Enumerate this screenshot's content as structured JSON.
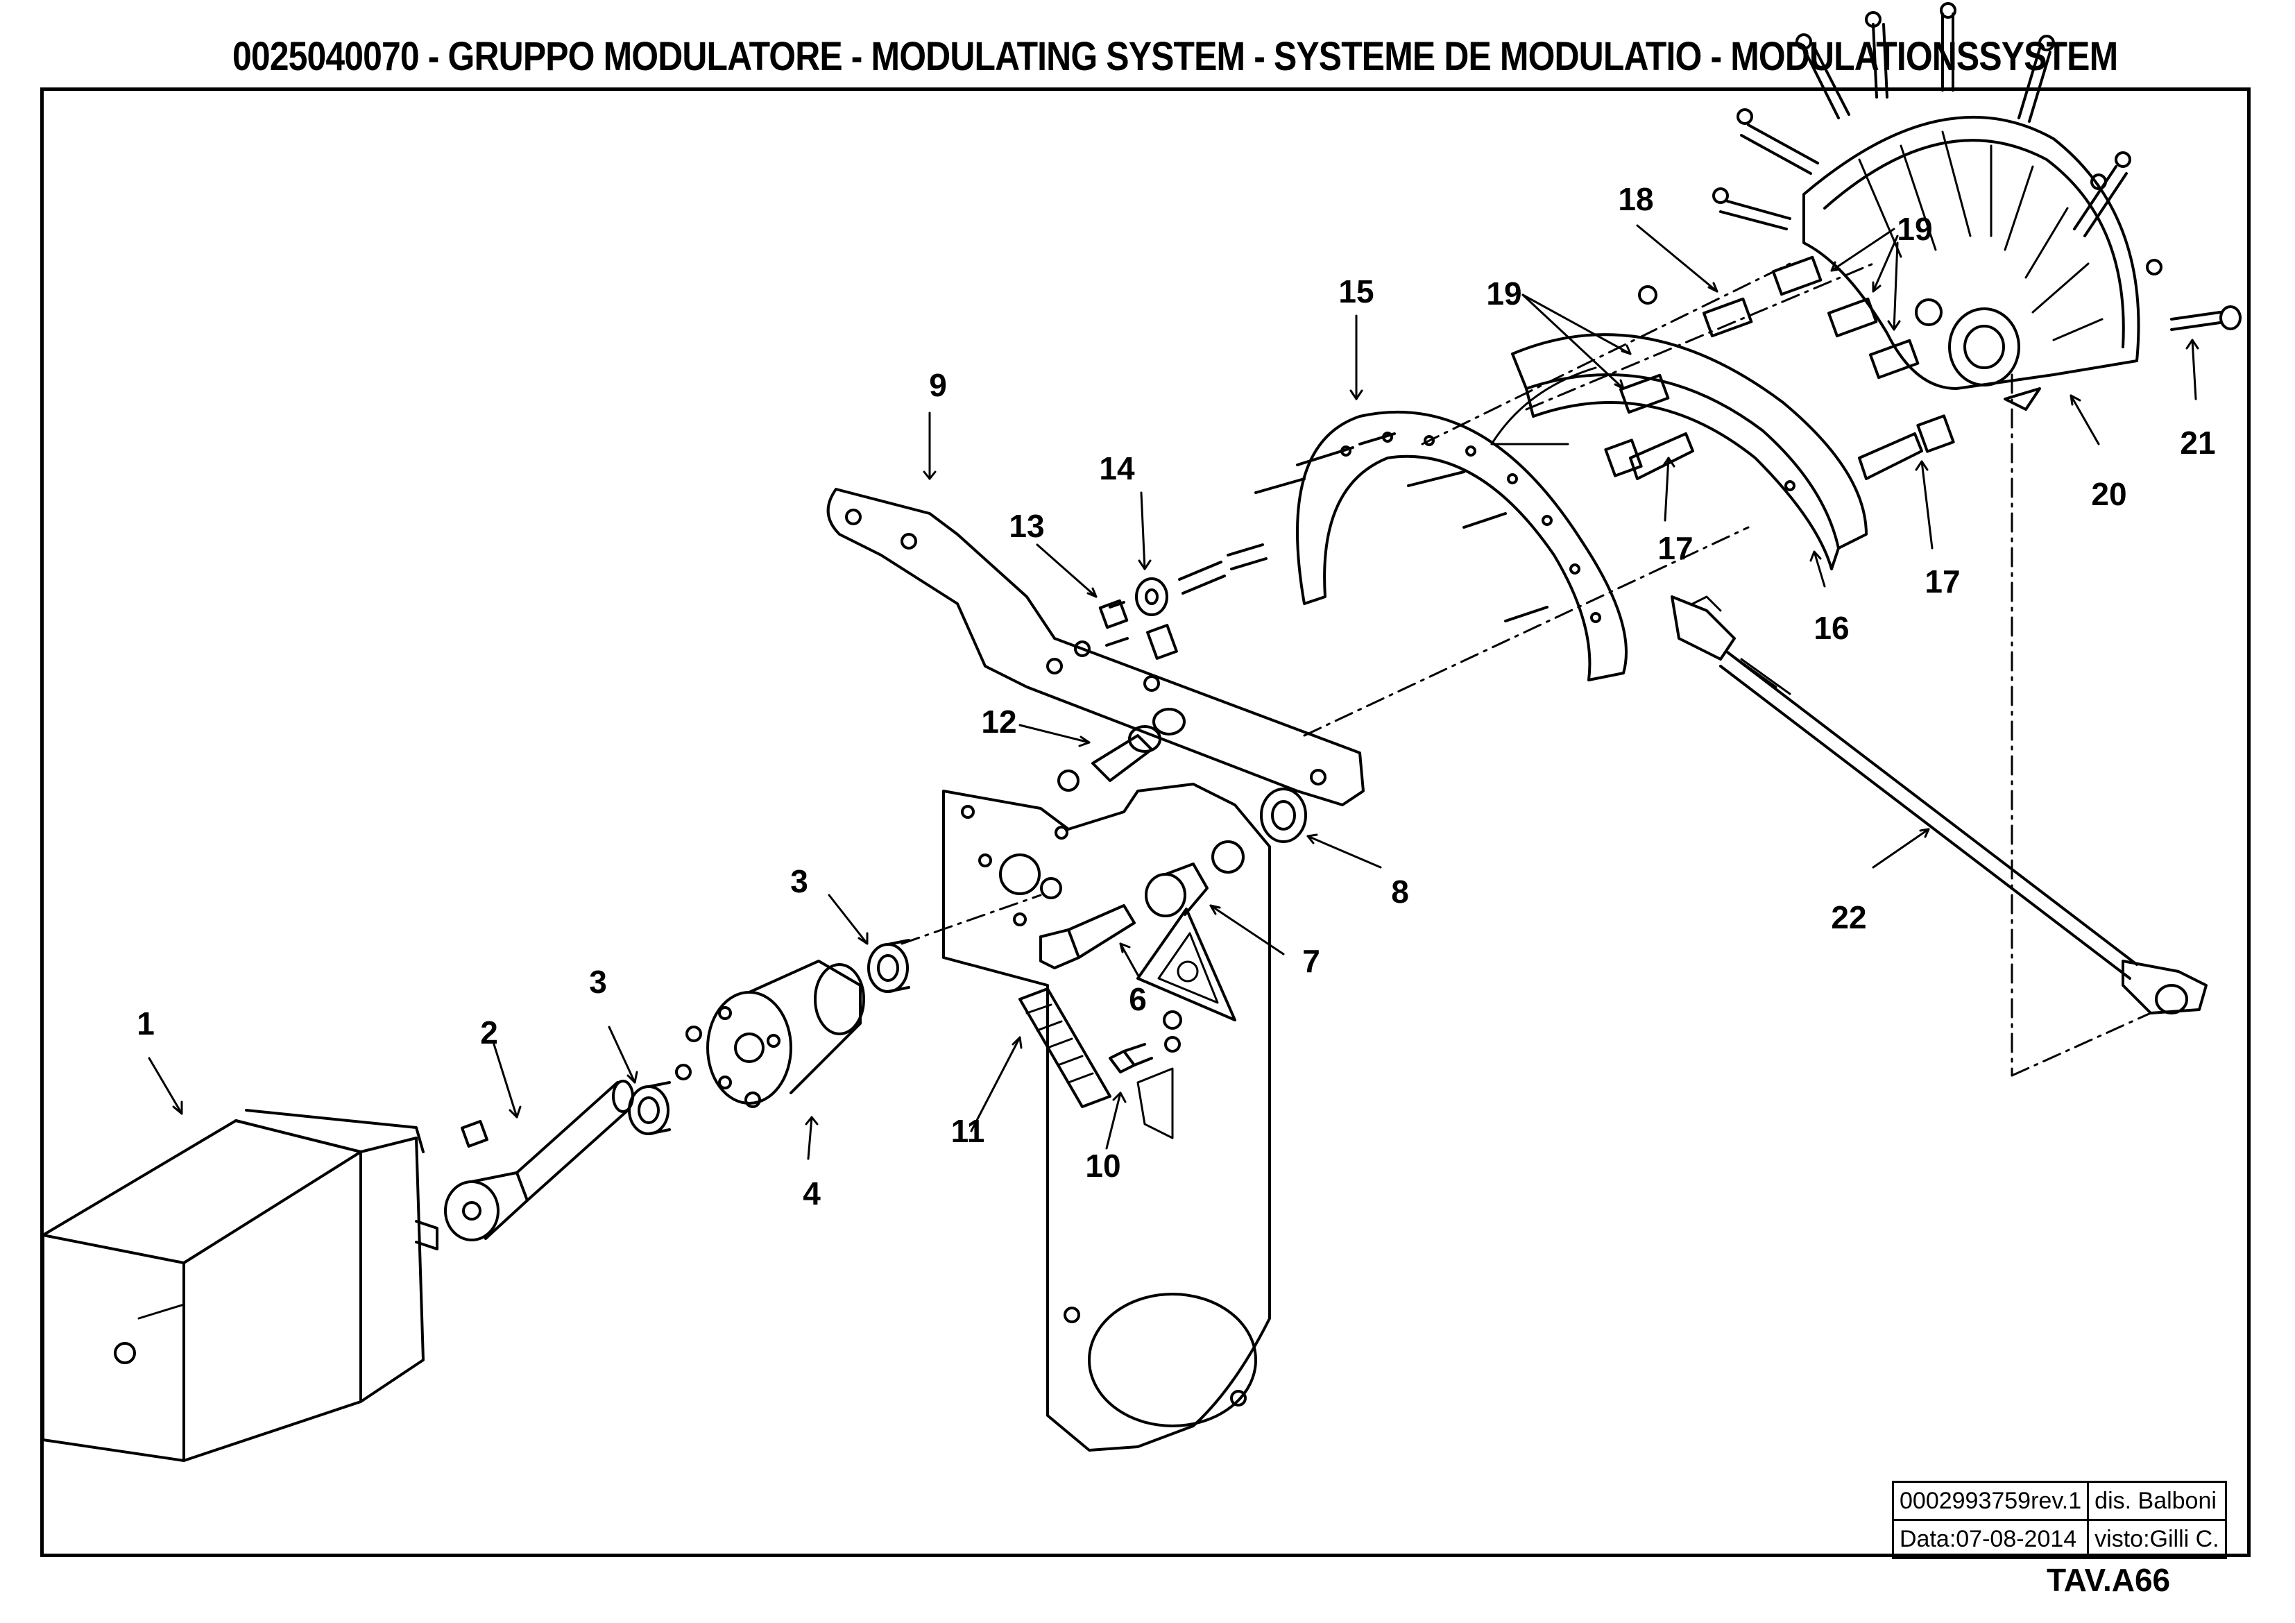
{
  "title": "0025040070 - GRUPPO MODULATORE - MODULATING SYSTEM - SYSTEME DE MODULATIO  - MODULATIONSSYSTEM",
  "callouts": [
    "1",
    "2",
    "3",
    "3",
    "4",
    "6",
    "7",
    "8",
    "9",
    "10",
    "11",
    "12",
    "13",
    "14",
    "15",
    "16",
    "17",
    "17",
    "18",
    "19",
    "19",
    "20",
    "21",
    "22"
  ],
  "title_block": {
    "drawing_number": "0002993759rev.1",
    "designer": "dis. Balboni",
    "date": "Data:07-08-2014",
    "checked_by": "visto:Gilli C."
  },
  "sheet_code": "TAV.A66",
  "icons": {
    "warning_triangle": "warning-triangle-icon"
  }
}
